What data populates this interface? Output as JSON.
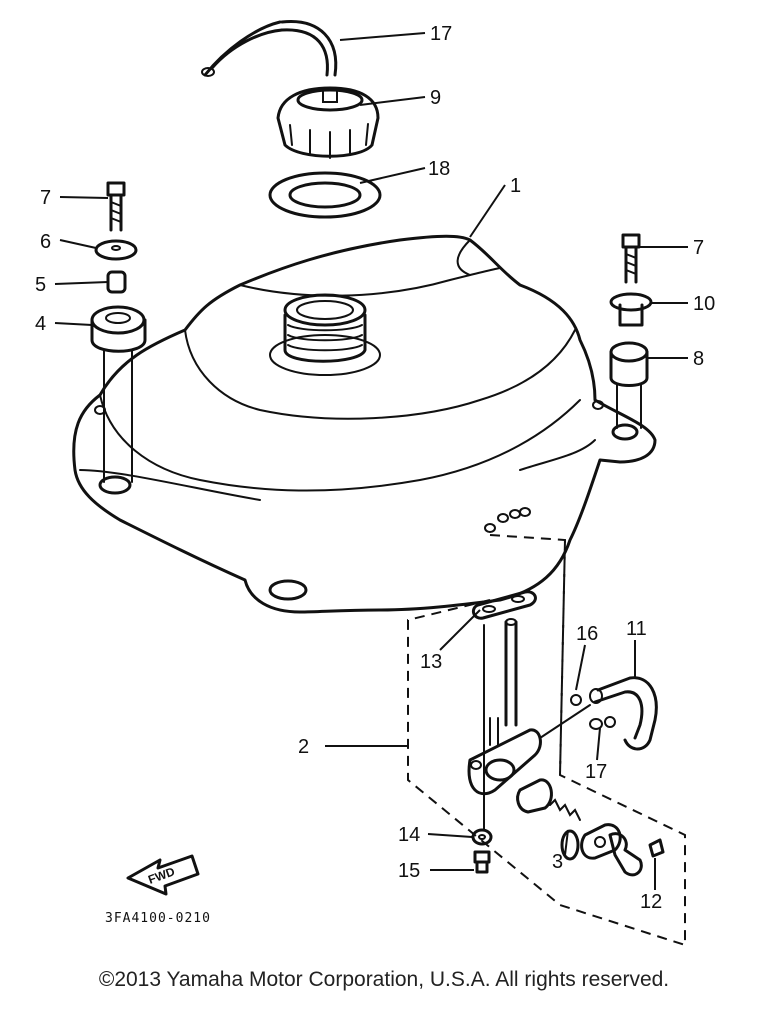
{
  "callouts": [
    "1",
    "2",
    "3",
    "4",
    "5",
    "6",
    "7",
    "7",
    "8",
    "9",
    "10",
    "11",
    "12",
    "13",
    "14",
    "15",
    "16",
    "17",
    "17",
    "18"
  ],
  "diagram_code": "3FA4100-0210",
  "fwd_label": "FWD",
  "copyright": "©2013 Yamaha Motor Corporation, U.S.A. All rights reserved."
}
